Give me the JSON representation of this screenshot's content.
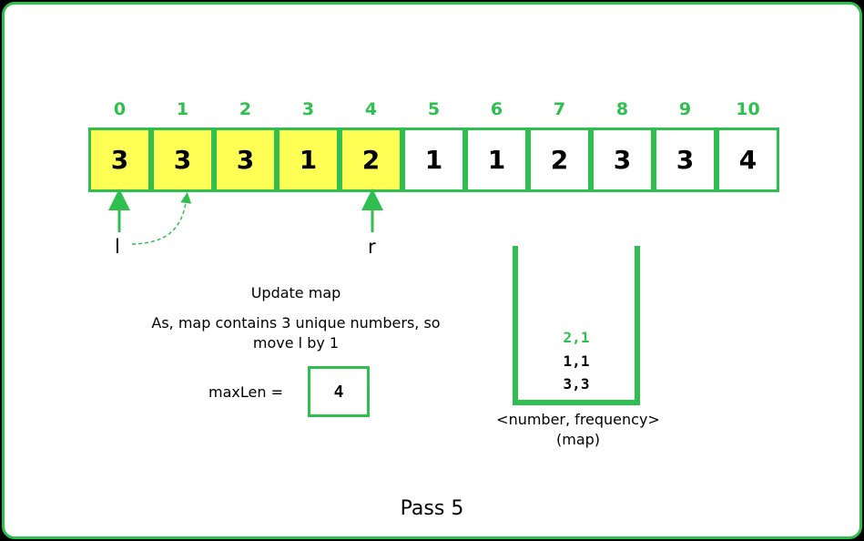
{
  "array": {
    "indices": [
      "0",
      "1",
      "2",
      "3",
      "4",
      "5",
      "6",
      "7",
      "8",
      "9",
      "10"
    ],
    "values": [
      "3",
      "3",
      "3",
      "1",
      "2",
      "1",
      "1",
      "2",
      "3",
      "3",
      "4"
    ],
    "highlighted_count": 5,
    "highlight_color": "#ffff55",
    "accent_color": "#2fbf4f"
  },
  "pointers": {
    "left_label": "l",
    "right_label": "r",
    "left_index": 0,
    "right_index": 4
  },
  "explanation": {
    "line1": "Update map",
    "line2": "As, map contains 3 unique numbers, so",
    "line3": "move l by 1"
  },
  "maxlen": {
    "label": "maxLen =",
    "value": "4"
  },
  "map": {
    "entries": [
      {
        "text": "2,1",
        "highlight": true
      },
      {
        "text": "1,1",
        "highlight": false
      },
      {
        "text": "3,3",
        "highlight": false
      }
    ],
    "caption1": "<number, frequency>",
    "caption2": "(map)"
  },
  "title": "Pass 5"
}
